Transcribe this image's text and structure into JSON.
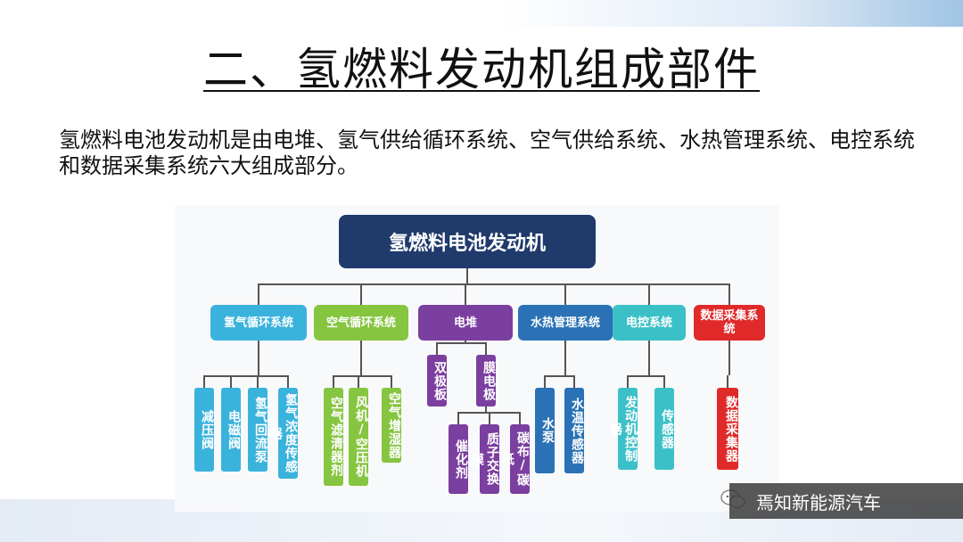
{
  "slide": {
    "title": "二、氢燃料发动机组成部件",
    "body": "氢燃料电池发动机是由电堆、氢气供给循环系统、空气供给系统、水热管理系统、电控系统和数据采集系统六大组成部分。"
  },
  "diagram": {
    "root": "氢燃料电池发动机",
    "groups": [
      {
        "label": "氢气循环系统",
        "color": "#3ab3dc",
        "leaves": [
          "减压阀",
          "电磁阀",
          "氢气回流泵",
          "氢气浓度传感器"
        ]
      },
      {
        "label": "空气循环系统",
        "color": "#86c540",
        "leaves": [
          "空气滤清器剂",
          "风机/空压机",
          "空气增湿器"
        ]
      },
      {
        "label": "电堆",
        "color": "#7b3fa0",
        "leaves": [
          "双极板",
          "膜电极"
        ],
        "sub": [
          "催化剂",
          "质子交换膜",
          "碳布/碳纸"
        ]
      },
      {
        "label": "水热管理系统",
        "color": "#2a72b5",
        "leaves": [
          "水泵",
          "水温传感器"
        ]
      },
      {
        "label": "电控系统",
        "color": "#3cc0c8",
        "leaves": [
          "发动机控制器",
          "传感器"
        ]
      },
      {
        "label": "数据采集系统",
        "color": "#e02a2a",
        "leaves": [
          "数据采集器"
        ]
      }
    ]
  },
  "watermark": {
    "text": "焉知新能源汽车",
    "icon": "wechat-icon"
  }
}
